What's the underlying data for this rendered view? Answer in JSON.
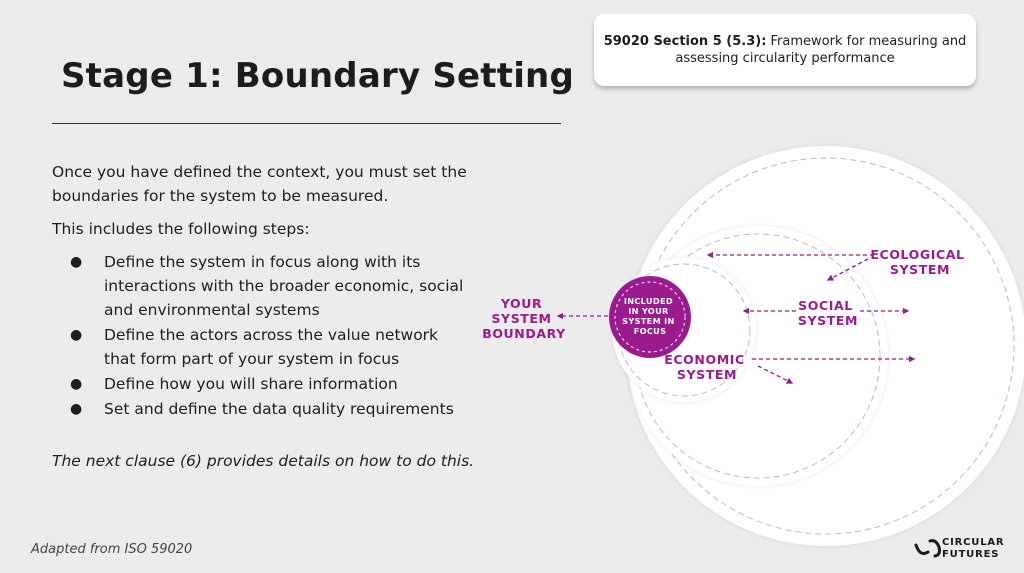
{
  "title": "Stage 1: Boundary Setting",
  "intro": "Once you have defined the context, you must set the boundaries for the system to be measured.",
  "steps_intro": "This includes the following steps:",
  "steps": [
    "Define the system in focus along with its interactions with the broader economic, social and environmental systems",
    "Define the actors across the value network that form part of your system in focus",
    "Define how you will share information",
    "Set and define the data quality requirements"
  ],
  "next_clause": "The next clause (6) provides details on how to do this.",
  "source_note": "Adapted from ISO 59020",
  "reference": {
    "label": "59020 Section 5 (5.3):",
    "text": " Framework for measuring and assessing circularity performance"
  },
  "diagram": {
    "your_boundary": [
      "YOUR",
      "SYSTEM",
      "BOUNDARY"
    ],
    "included": [
      "INCLUDED",
      "IN YOUR",
      "SYSTEM IN",
      "FOCUS"
    ],
    "economic": [
      "ECONOMIC",
      "SYSTEM"
    ],
    "social": [
      "SOCIAL",
      "SYSTEM"
    ],
    "ecological": [
      "ECOLOGICAL",
      "SYSTEM"
    ]
  },
  "logo": {
    "line1": "CIRCULAR",
    "line2": "FUTURES"
  },
  "colors": {
    "accent": "#9b1b8e",
    "dashed_circle": "#b9b6ec",
    "background": "#ececec"
  }
}
